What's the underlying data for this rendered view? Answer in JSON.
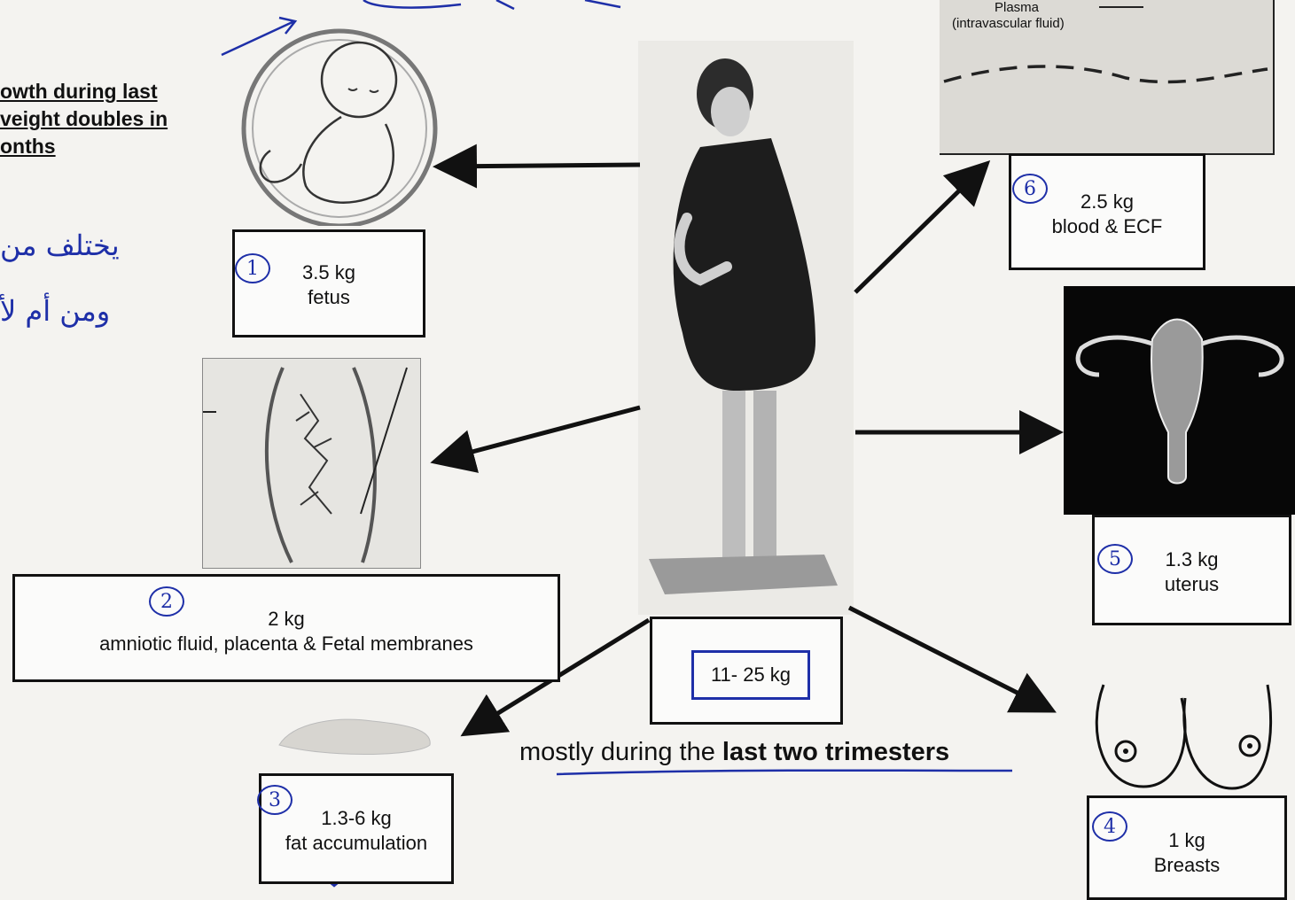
{
  "header_text": {
    "line1": "owth during last",
    "line2": "veight doubles in",
    "line3": "onths"
  },
  "center": {
    "total": "11- 25 kg"
  },
  "caption": {
    "prefix": "mostly during the ",
    "bold": "last two trimesters"
  },
  "items": [
    {
      "num": "1",
      "weight": "3.5 kg",
      "label": "fetus"
    },
    {
      "num": "2",
      "weight": "2 kg",
      "label": "amniotic fluid, placenta & Fetal membranes"
    },
    {
      "num": "3",
      "weight": "1.3-6 kg",
      "label": "fat accumulation"
    },
    {
      "num": "4",
      "weight": "1 kg",
      "label": "Breasts"
    },
    {
      "num": "5",
      "weight": "1.3 kg",
      "label": "uterus"
    },
    {
      "num": "6",
      "weight": "2.5 kg",
      "label": "blood & ECF"
    }
  ],
  "plasma_panel": {
    "label1": "Plasma",
    "label2": "(intravascular fluid)"
  },
  "handwriting": {
    "arabic1": "يختلف من",
    "arabic2": "ومن أم لأ"
  },
  "colors": {
    "ink": "#111111",
    "pen": "#1e2fa8",
    "paper": "#f4f3f0"
  }
}
